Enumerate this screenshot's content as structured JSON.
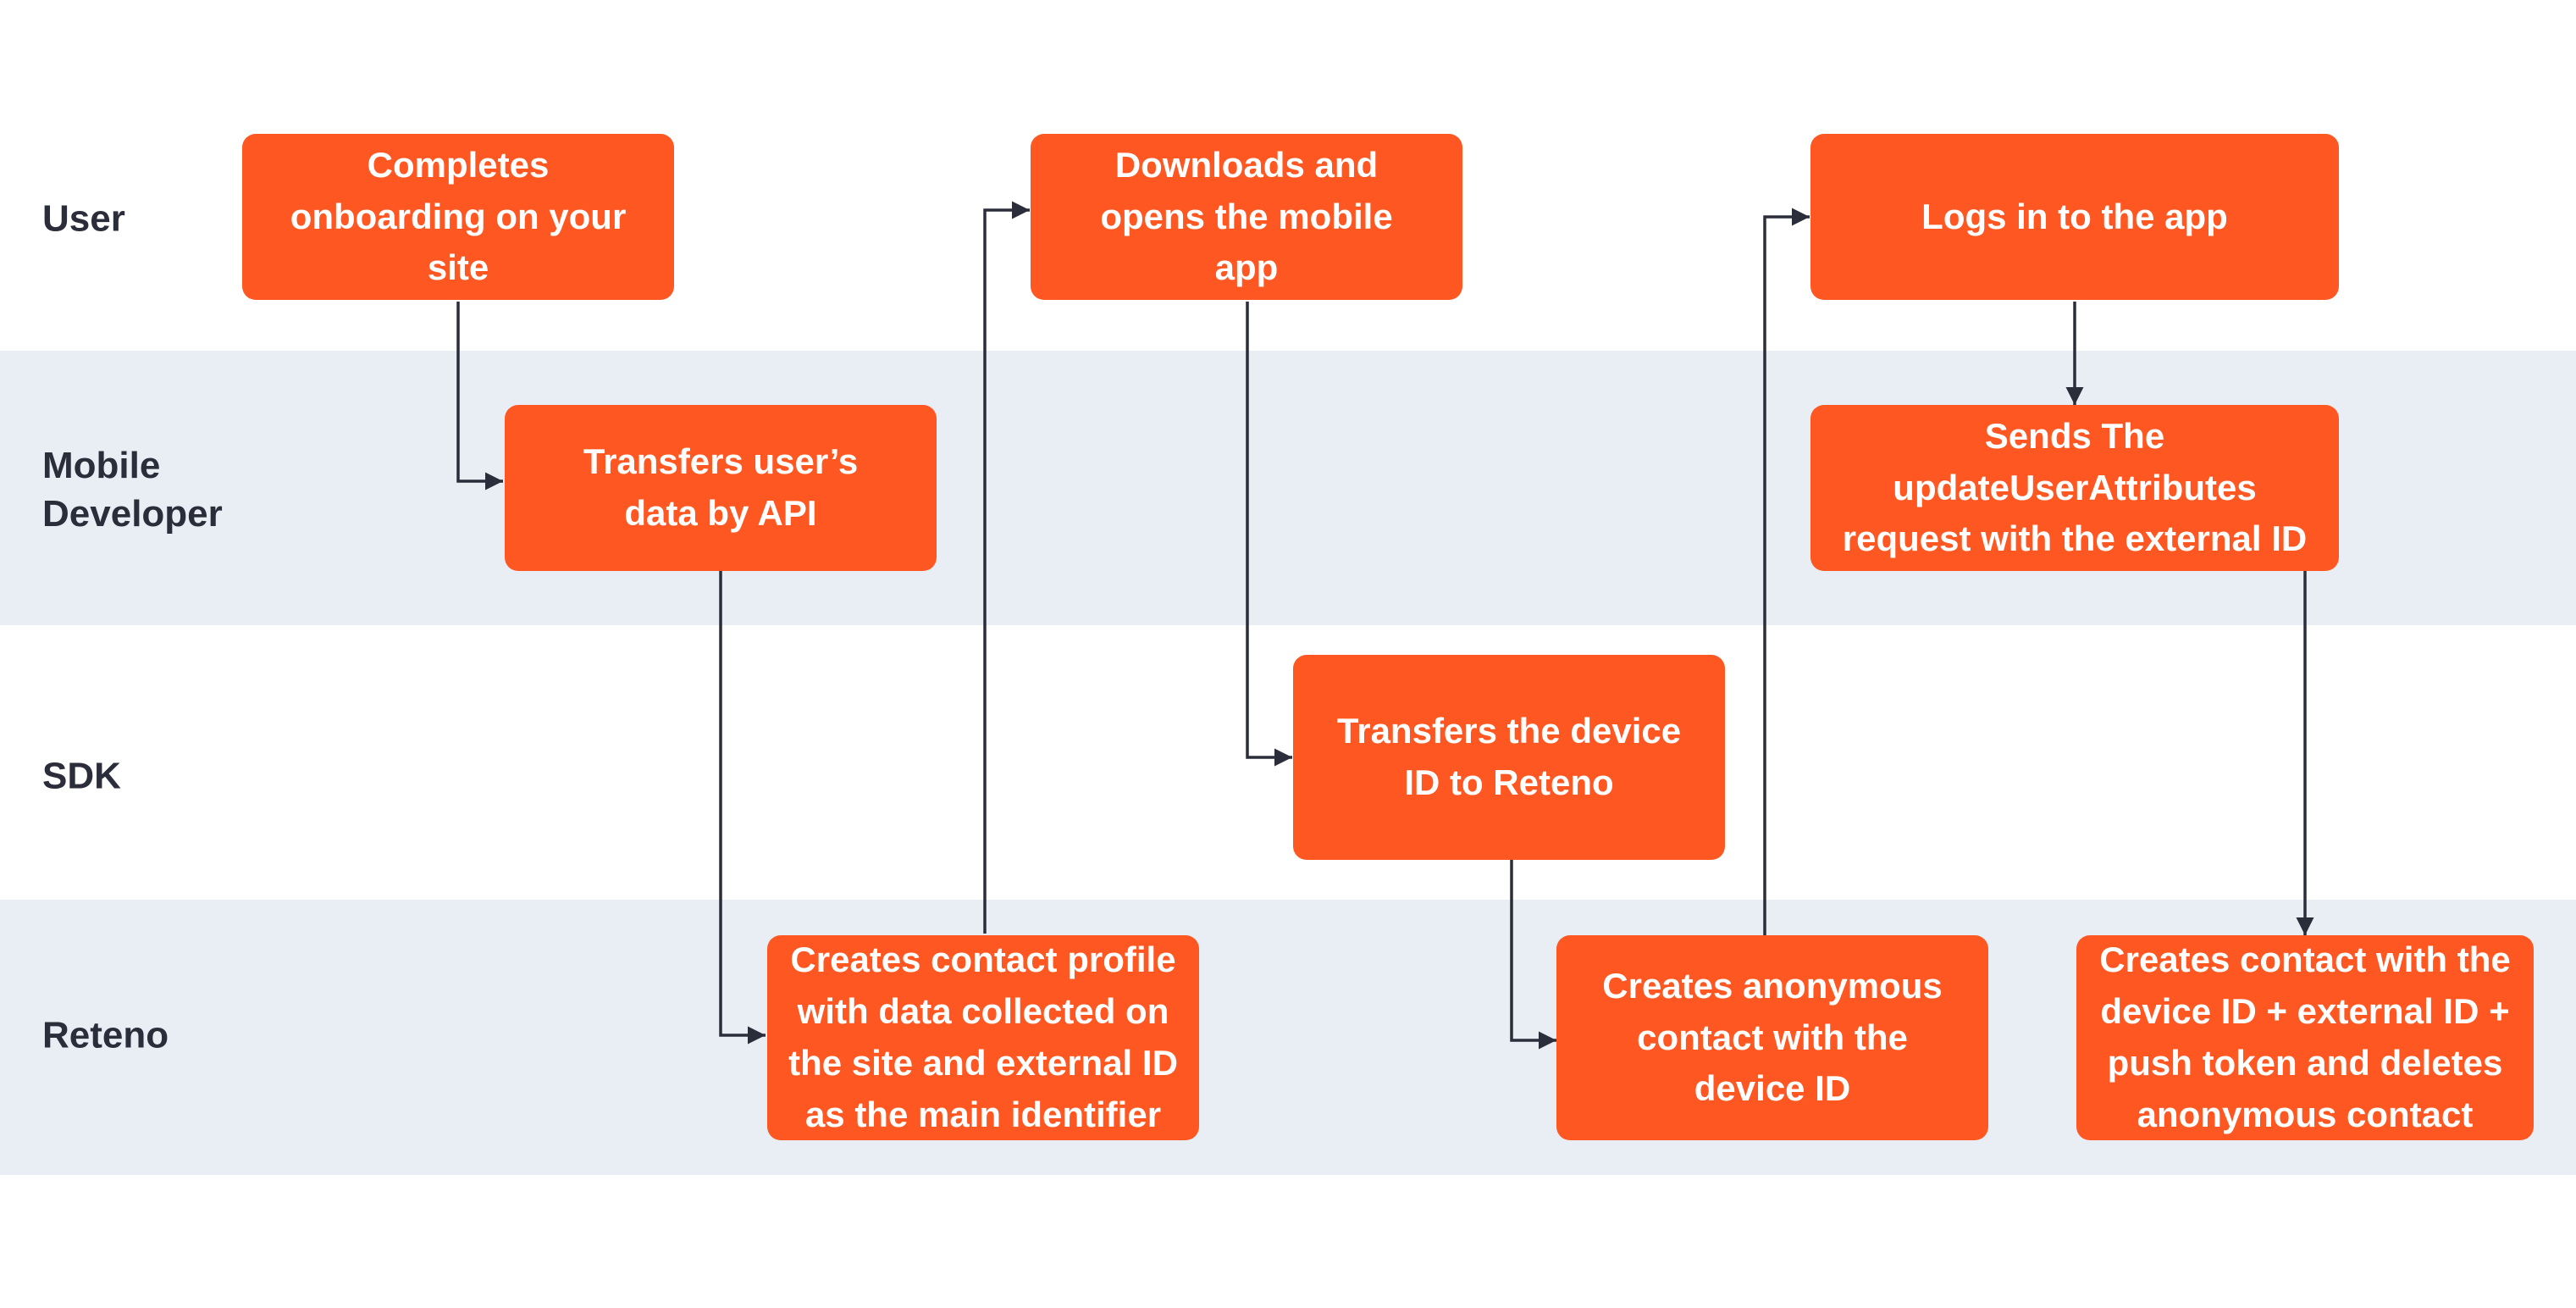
{
  "colors": {
    "box": "#ff5722",
    "lane_shade": "#e8eef4",
    "text_dark": "#2b2d3a",
    "connector": "#2b2d3a"
  },
  "lanes": [
    "User",
    "Mobile\nDeveloper",
    "SDK",
    "Reteno"
  ],
  "steps": {
    "completes_onboarding": "Completes\nonboarding on your\nsite",
    "downloads_app": "Downloads and\nopens the mobile\napp",
    "logs_in": "Logs in to the app",
    "transfers_user_data": "Transfers user’s\ndata by API",
    "sends_update": "Sends The\nupdateUserAttributes\nrequest with the external ID",
    "transfers_device_id": "Transfers the device\nID to Reteno",
    "creates_contact_profile": "Creates contact profile\nwith data collected on\nthe site and external ID\nas the main identifier",
    "creates_anonymous": "Creates anonymous\ncontact with the\ndevice ID",
    "creates_contact_device": "Creates contact with the\ndevice ID +  external ID +\npush token and deletes\nanonymous contact"
  }
}
